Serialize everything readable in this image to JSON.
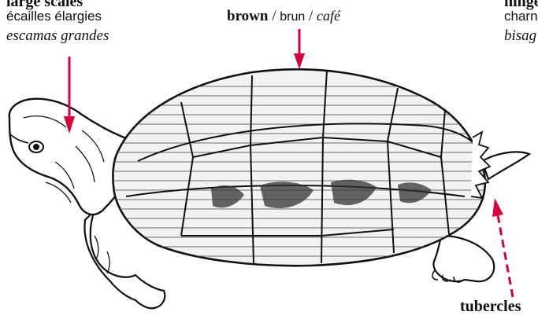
{
  "labels": {
    "large_scales": {
      "en": "large scales",
      "fr": "écailles élargies",
      "es": "escamas grandes"
    },
    "color": {
      "en": "brown",
      "sep": "/",
      "fr": "brun",
      "es": "café"
    },
    "hinge": {
      "en": "hinge",
      "fr": "charn",
      "es": "bisag"
    },
    "tubercles": {
      "en": "tubercles"
    }
  },
  "colors": {
    "arrow": "#d6003f",
    "ink": "#111111"
  }
}
